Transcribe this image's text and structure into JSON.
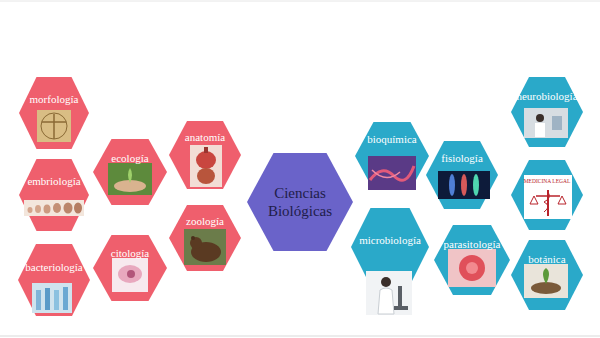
{
  "diagram": {
    "nodes": [
      {
        "text": [
          "morfología"
        ]
      },
      {
        "text": [
          "embriología"
        ]
      },
      {
        "text": [
          "bacteriología"
        ]
      },
      {
        "text": [
          "ecología"
        ]
      },
      {
        "text": [
          "citología"
        ]
      },
      {
        "text": [
          "anatomía"
        ]
      },
      {
        "text": [
          "zoología"
        ]
      },
      {
        "text": [
          "Ciencias Biológicas"
        ]
      },
      {
        "text": [
          "bioquímica"
        ]
      },
      {
        "text": [
          "microbiología"
        ]
      },
      {
        "text": [
          "fisiología"
        ]
      },
      {
        "text": [
          "parasitología"
        ]
      },
      {
        "text": [
          "neurobiología"
        ]
      },
      {
        "text": [
          "MEDICINA LEGAL"
        ]
      },
      {
        "text": [
          "botánica"
        ]
      }
    ]
  }
}
